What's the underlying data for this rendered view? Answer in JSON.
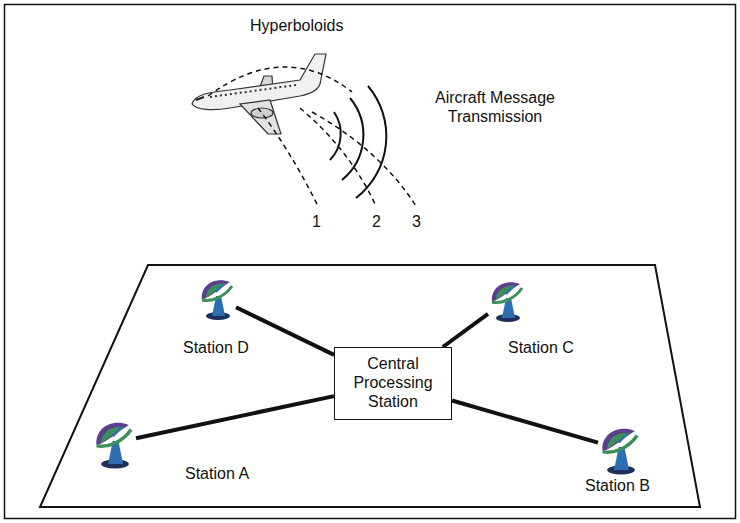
{
  "diagram": {
    "nodes": [
      {
        "text": [
          "Station D"
        ]
      },
      {
        "text": [
          "Central Processing Station"
        ]
      },
      {
        "text": [
          "Station C"
        ]
      },
      {
        "text": [
          "Station A"
        ]
      },
      {
        "text": [
          "Station B"
        ]
      }
    ],
    "edges": [
      {
        "from": 0,
        "to": 1,
        "arrow": "none"
      },
      {
        "from": 2,
        "to": 1,
        "arrow": "none"
      },
      {
        "from": 3,
        "to": 1,
        "arrow": "none"
      },
      {
        "from": 4,
        "to": 1,
        "arrow": "none"
      }
    ],
    "labels": [
      "Hyperboloids",
      "1",
      "2",
      "3",
      "Aircraft Message Transmission"
    ]
  }
}
